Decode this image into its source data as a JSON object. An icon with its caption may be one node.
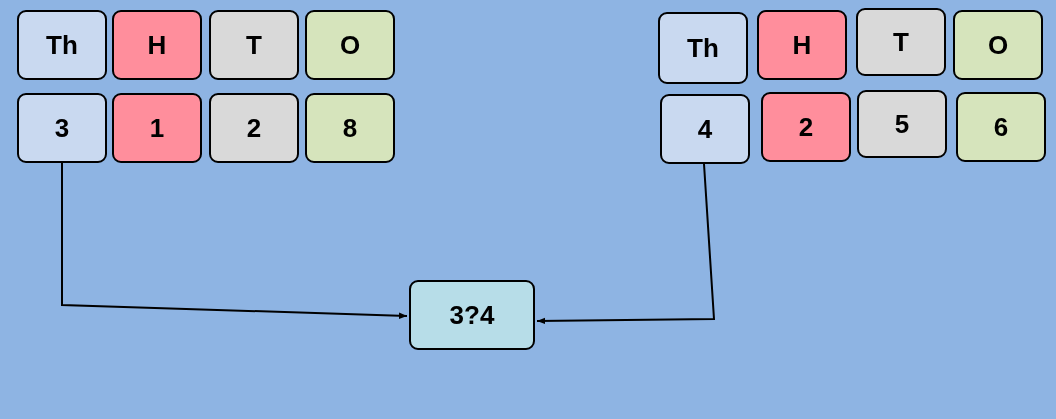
{
  "diagram": {
    "nodes": [
      {
        "text": [
          "Th"
        ]
      },
      {
        "text": [
          "H"
        ]
      },
      {
        "text": [
          "T"
        ]
      },
      {
        "text": [
          "O"
        ]
      },
      {
        "text": [
          "3"
        ]
      },
      {
        "text": [
          "1"
        ]
      },
      {
        "text": [
          "2"
        ]
      },
      {
        "text": [
          "8"
        ]
      },
      {
        "text": [
          "Th"
        ]
      },
      {
        "text": [
          "H"
        ]
      },
      {
        "text": [
          "T"
        ]
      },
      {
        "text": [
          "O"
        ]
      },
      {
        "text": [
          "4"
        ]
      },
      {
        "text": [
          "2"
        ]
      },
      {
        "text": [
          "5"
        ]
      },
      {
        "text": [
          "6"
        ]
      },
      {
        "text": [
          "3?4"
        ]
      }
    ],
    "edges": [
      {
        "from": 4,
        "to": 16,
        "arrow": "to"
      },
      {
        "from": 12,
        "to": 16,
        "arrow": "to"
      }
    ]
  }
}
